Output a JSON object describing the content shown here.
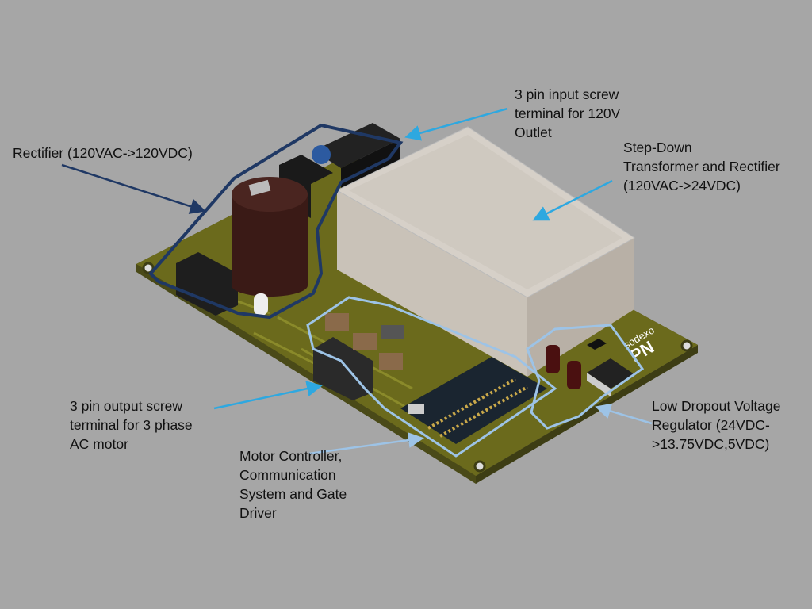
{
  "labels": {
    "rectifier": "Rectifier (120VAC->120VDC)",
    "input_terminal": "3 pin input screw\nterminal for 120V\nOutlet",
    "transformer": "Step-Down\nTransformer and Rectifier\n(120VAC->24VDC)",
    "output_terminal": "3 pin output screw\nterminal for 3 phase\nAC motor",
    "motor_controller": "Motor Controller,\nCommunication\nSystem and Gate\nDriver",
    "ldo": "Low Dropout Voltage\nRegulator (24VDC-\n>13.75VDC,5VDC)"
  },
  "board_logo": {
    "brand": "sodexo",
    "mark": "PN"
  },
  "colors": {
    "background": "#a6a6a6",
    "board": "#6b6a1c",
    "rectifier_outline": "#1f3864",
    "input_arrow": "#2ea8e0",
    "controller_outline": "#9dc3e6"
  }
}
